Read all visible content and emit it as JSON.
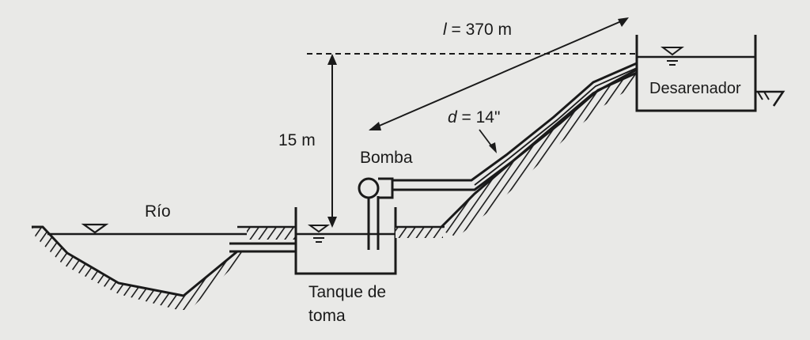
{
  "labels": {
    "length": "l = 370 m",
    "length_var": "l",
    "length_value": " = 370 m",
    "height": "15 m",
    "diameter": "d = 14\"",
    "diameter_var": "d",
    "diameter_value": " = 14\"",
    "pump": "Bomba",
    "river": "Río",
    "intake_tank_line1": "Tanque de",
    "intake_tank_line2": "toma",
    "desander": "Desarenador"
  },
  "colors": {
    "background": "#e9e9e7",
    "ink": "#1a1a1a"
  }
}
